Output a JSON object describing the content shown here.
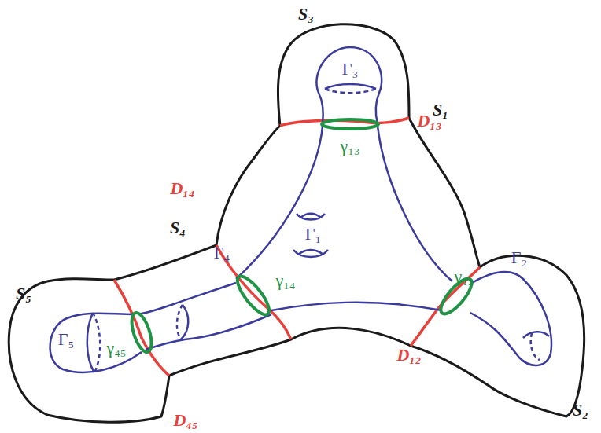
{
  "diagram": {
    "labels": [
      "S₃",
      "D₁₃",
      "S₁",
      "D₁₄",
      "S₄",
      "S₅",
      "S₂",
      "D₁₂",
      "D₄₅",
      "Γ₃",
      "γ₁₃",
      "Γ₁",
      "Γ₄",
      "γ₁₄",
      "γ₁₂",
      "Γ₂",
      "Γ₅",
      "γ₄₅"
    ]
  }
}
